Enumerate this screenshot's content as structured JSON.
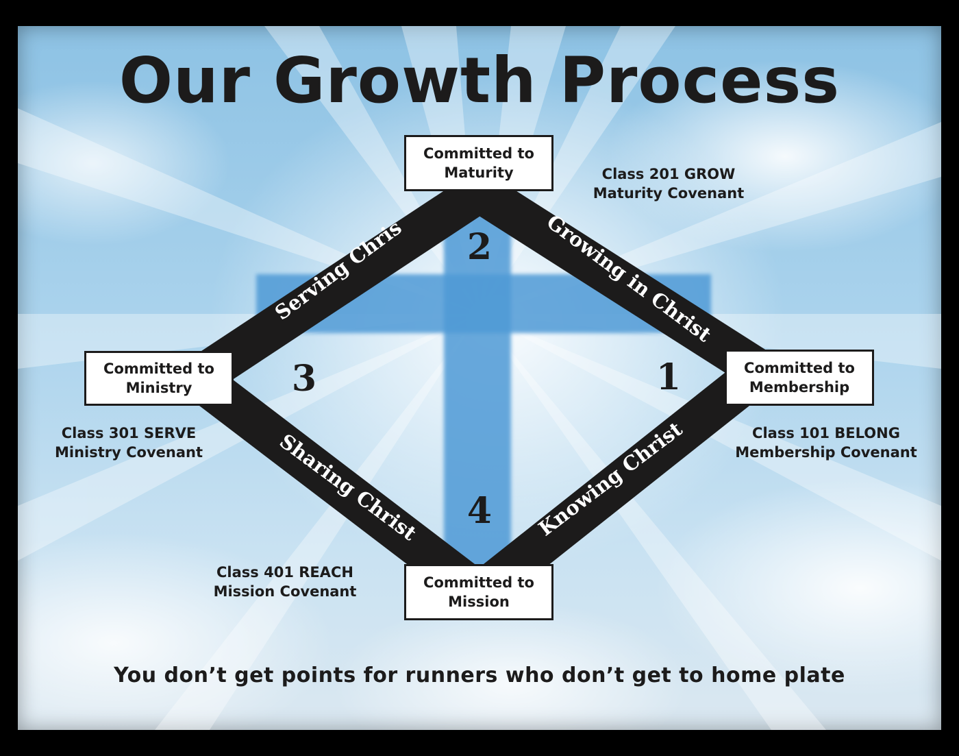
{
  "title": "Our Growth Process",
  "boxes": {
    "top": [
      "Committed to",
      "Maturity"
    ],
    "right": [
      "Committed to",
      "Membership"
    ],
    "left": [
      "Committed to",
      "Ministry"
    ],
    "bottom": [
      "Committed to",
      "Mission"
    ]
  },
  "edges": {
    "growing": "Growing in Christ",
    "serving": "Serving Christ",
    "sharing": "Sharing Christ",
    "knowing": "Knowing Christ"
  },
  "numbers": {
    "n1": "1",
    "n2": "2",
    "n3": "3",
    "n4": "4"
  },
  "classes": {
    "grow": [
      "Class 201 GROW",
      "Maturity Covenant"
    ],
    "belong": [
      "Class 101 BELONG",
      "Membership Covenant"
    ],
    "serve": [
      "Class 301 SERVE",
      "Ministry Covenant"
    ],
    "reach": [
      "Class 401 REACH",
      "Mission Covenant"
    ]
  },
  "tagline": "You don’t get points for runners who don’t get to home plate",
  "colors": {
    "band": "#1c1b1b",
    "cross": "#4f9ad6",
    "sky": "#a9d2ec"
  }
}
